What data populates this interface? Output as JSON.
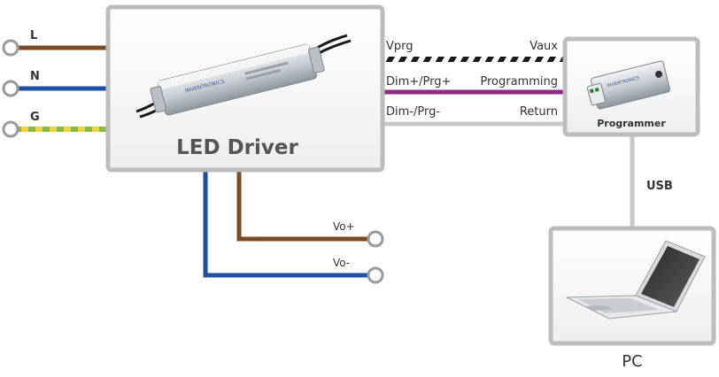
{
  "mains": {
    "L": "L",
    "N": "N",
    "G": "G"
  },
  "driver": {
    "title": "LED Driver",
    "brand_print": "INVENTRONICS"
  },
  "signal_lines": {
    "vprg": "Vprg",
    "vaux": "Vaux",
    "dim_plus": "Dim+/Prg+",
    "programming": "Programming",
    "dim_minus": "Dim-/Prg-",
    "return": "Return"
  },
  "programmer": {
    "label": "Programmer",
    "brand_print": "INVENTRONICS"
  },
  "usb": "USB",
  "outputs": {
    "vo_plus": "Vo+",
    "vo_minus": "Vo-"
  },
  "pc": "PC",
  "colors": {
    "live": "#7b4a22",
    "neutral": "#1f4fa0",
    "ground_green": "#8ab84a",
    "ground_yellow": "#f0d23c",
    "programming": "#8e2a86",
    "return": "#c8c8c8",
    "box_border": "#bdbdbd",
    "usb_line": "#c8c8c8"
  }
}
